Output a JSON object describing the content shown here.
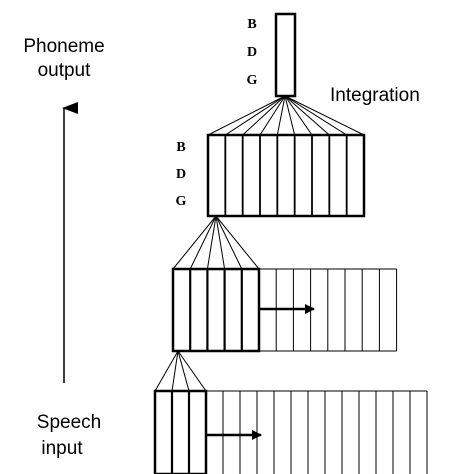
{
  "labels": {
    "phoneme_output_line1": "Phoneme",
    "phoneme_output_line2": "output",
    "integration": "Integration",
    "speech_input_line1": "Speech",
    "speech_input_line2": "input"
  },
  "output_classes": [
    "B",
    "D",
    "G"
  ],
  "hidden2_classes": [
    "B",
    "D",
    "G"
  ],
  "layers": {
    "hidden2_units": 9,
    "hidden1_window_units": 5,
    "hidden1_total_units": 13,
    "input_window_units": 3,
    "input_total_units": 16
  },
  "colors": {
    "stroke": "#000000",
    "background": "#ffffff"
  }
}
